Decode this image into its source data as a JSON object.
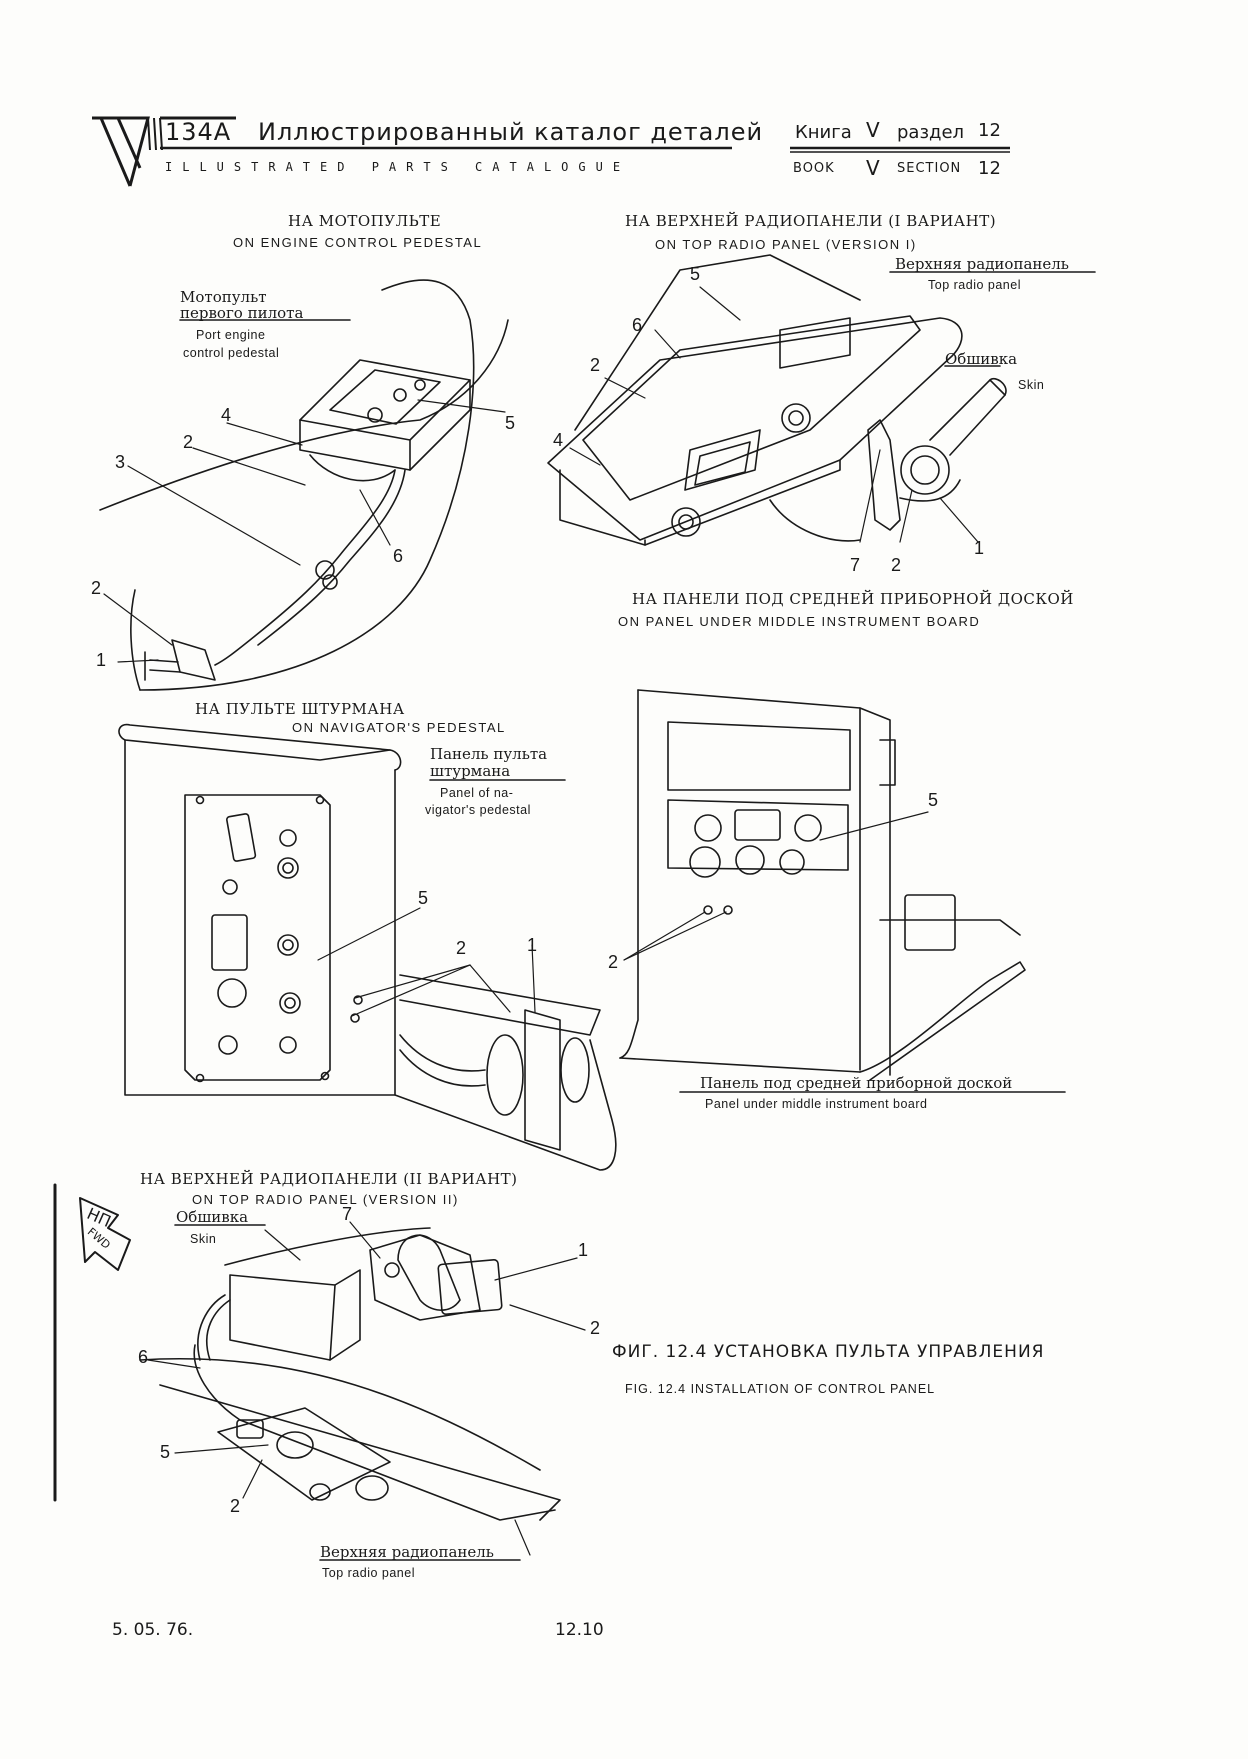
{
  "header": {
    "model": "134A",
    "title_ru": "Иллюстрированный каталог деталей",
    "title_en": "ILLUSTRATED PARTS CATALOGUE",
    "book_ru": "Книга",
    "book_num": "V",
    "section_ru": "раздел",
    "section_num": "12",
    "book_en": "BOOK",
    "section_en": "SECTION"
  },
  "views": {
    "engine": {
      "caption_ru": "НА МОТОПУЛЬТЕ",
      "caption_en": "ON ENGINE CONTROL PEDESTAL",
      "label_ru_1": "Мотопульт",
      "label_ru_2": "первого пилота",
      "label_en_1": "Port engine",
      "label_en_2": "control pedestal",
      "callouts": [
        "5",
        "4",
        "2",
        "3",
        "6",
        "2",
        "1"
      ]
    },
    "radio1": {
      "caption_ru": "НА ВЕРХНЕЙ РАДИОПАНЕЛИ (I ВАРИАНТ)",
      "caption_en": "ON TOP RADIO PANEL (VERSION I)",
      "label_ru": "Верхняя радиопанель",
      "label_en": "Top radio panel",
      "skin_ru": "Обшивка",
      "skin_en": "Skin",
      "callouts": [
        "5",
        "6",
        "2",
        "4",
        "7",
        "2",
        "1"
      ]
    },
    "middle": {
      "caption_ru": "НА ПАНЕЛИ ПОД СРЕДНЕЙ ПРИБОРНОЙ ДОСКОЙ",
      "caption_en": "ON PANEL UNDER MIDDLE INSTRUMENT BOARD",
      "label_ru": "Панель под средней приборной доской",
      "label_en": "Panel under middle instrument board",
      "callouts": [
        "5",
        "2"
      ]
    },
    "navigator": {
      "caption_ru": "НА ПУЛЬТЕ ШТУРМАНА",
      "caption_en": "ON NAVIGATOR'S PEDESTAL",
      "label_ru_1": "Панель пульта",
      "label_ru_2": "штурмана",
      "label_en_1": "Panel of na-",
      "label_en_2": "vigator's pedestal",
      "callouts": [
        "5",
        "2",
        "1"
      ]
    },
    "radio2": {
      "caption_ru": "НА ВЕРХНЕЙ РАДИОПАНЕЛИ (II ВАРИАНТ)",
      "caption_en": "ON TOP RADIO PANEL (VERSION II)",
      "skin_ru": "Обшивка",
      "skin_en": "Skin",
      "label_ru": "Верхняя радиопанель",
      "label_en": "Top radio panel",
      "arrow_ru": "НП",
      "arrow_en": "FWD",
      "callouts": [
        "7",
        "1",
        "2",
        "6",
        "5",
        "2"
      ]
    }
  },
  "figure": {
    "title_ru": "ФИГ. 12.4 УСТАНОВКА ПУЛЬТА УПРАВЛЕНИЯ",
    "title_en": "FIG. 12.4 INSTALLATION OF CONTROL PANEL"
  },
  "footer": {
    "date": "5. 05. 76.",
    "page": "12.10"
  }
}
